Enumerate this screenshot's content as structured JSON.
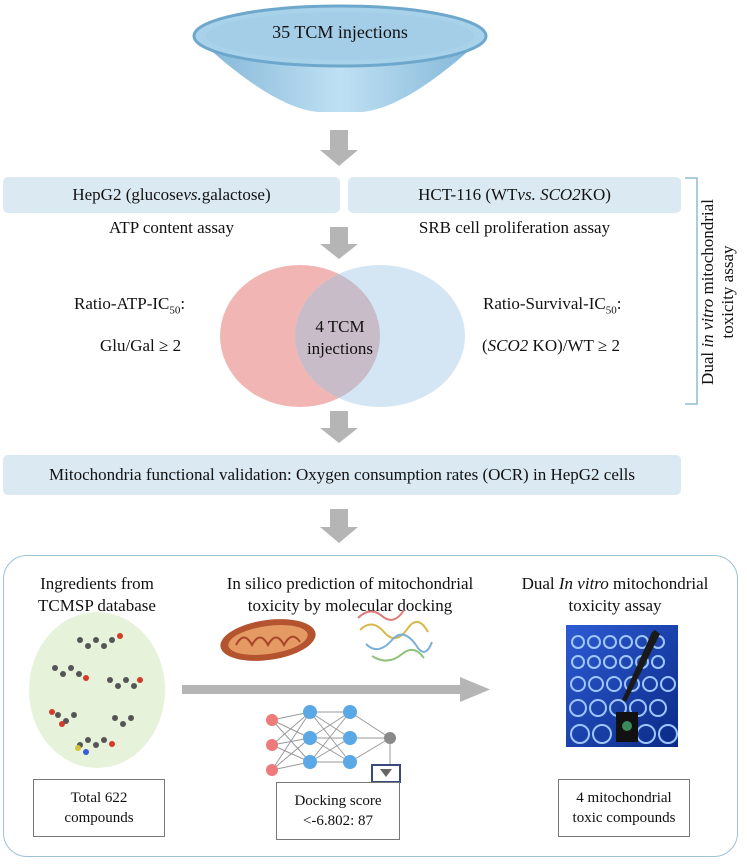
{
  "funnel": {
    "label": "35 TCM injections"
  },
  "assays": {
    "left": {
      "pill_pre": "HepG2 (glucose ",
      "pill_em": "vs.",
      "pill_post": " galactose)",
      "subtitle": "ATP content assay"
    },
    "right": {
      "pill_pre": "HCT-116 (WT ",
      "pill_em": "vs. SCO2",
      "pill_post": " KO)",
      "subtitle": "SRB cell proliferation assay"
    }
  },
  "side_label": {
    "pre": "Dual ",
    "em": "in vitro",
    "post": " mitochondrial toxicity assay"
  },
  "venn": {
    "left_line1": "Ratio-ATP-IC",
    "left_sub": "50",
    "left_colon": ":",
    "left_line2": "Glu/Gal ≥ 2",
    "center_line1": "4 TCM",
    "center_line2": "injections",
    "right_line1": "Ratio-Survival-IC",
    "right_sub": "50",
    "right_colon": ":",
    "right_line2_open": "(",
    "right_line2_em": "SCO2",
    "right_line2_post": " KO)/WT ≥ 2"
  },
  "validation": {
    "label": "Mitochondria functional validation: Oxygen consumption rates (OCR) in HepG2 cells"
  },
  "bottom": {
    "col1": {
      "line1": "Ingredients from",
      "line2": "TCMSP database",
      "box1": "Total 622",
      "box2": "compounds"
    },
    "col2": {
      "line1": "In silico prediction of mitochondrial",
      "line2": "toxicity by molecular docking",
      "box1": "Docking score",
      "box2": "<-6.802: 87"
    },
    "col3": {
      "line1_pre": "Dual ",
      "line1_em": "In vitro",
      "line1_post": " mitochondrial",
      "line2": "toxicity assay",
      "box1": "4 mitochondrial",
      "box2": "toxic compounds"
    }
  },
  "colors": {
    "pill": "#dbe9f2",
    "funnel": "#9cc8e3",
    "venn_left": "#f1b6b3",
    "venn_right": "#d4e6f3",
    "arrow": "#b5b5b5",
    "frame": "#9cc2d8"
  }
}
